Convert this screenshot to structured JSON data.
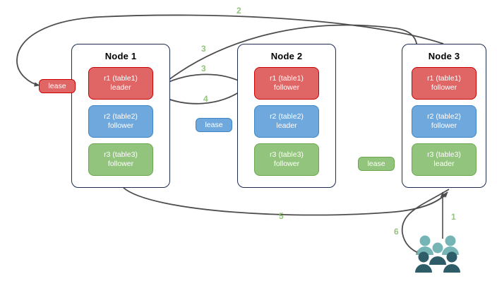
{
  "diagram": {
    "title": "Distributed lease / raft replica placement diagram",
    "colors": {
      "red_fill": "#e06666",
      "red_stroke": "#cc0000",
      "blue_fill": "#6fa8dc",
      "blue_stroke": "#3d85c6",
      "green_fill": "#93c47d",
      "green_stroke": "#6aa84f",
      "node_border": "#1d2b53",
      "edge": "#4d4d4d",
      "label": "#93c47d",
      "user_light": "#76b5b5",
      "user_dark": "#2f5d67"
    },
    "nodes": [
      {
        "name": "node-1",
        "title": "Node 1",
        "replicas": [
          {
            "name": "r1-table1",
            "line1": "r1 (table1)",
            "line2": "leader",
            "color": "red"
          },
          {
            "name": "r2-table2",
            "line1": "r2 (table2)",
            "line2": "follower",
            "color": "blue"
          },
          {
            "name": "r3-table3",
            "line1": "r3 (table3)",
            "line2": "follower",
            "color": "green"
          }
        ]
      },
      {
        "name": "node-2",
        "title": "Node 2",
        "replicas": [
          {
            "name": "r1-table1",
            "line1": "r1 (table1)",
            "line2": "follower",
            "color": "red"
          },
          {
            "name": "r2-table2",
            "line1": "r2 (table2)",
            "line2": "leader",
            "color": "blue"
          },
          {
            "name": "r3-table3",
            "line1": "r3 (table3)",
            "line2": "follower",
            "color": "green"
          }
        ]
      },
      {
        "name": "node-3",
        "title": "Node 3",
        "replicas": [
          {
            "name": "r1-table1",
            "line1": "r1 (table1)",
            "line2": "follower",
            "color": "red"
          },
          {
            "name": "r2-table2",
            "line1": "r2 (table2)",
            "line2": "follower",
            "color": "blue"
          },
          {
            "name": "r3-table3",
            "line1": "r3 (table3)",
            "line2": "leader",
            "color": "green"
          }
        ]
      }
    ],
    "leases": [
      {
        "name": "lease-red",
        "label": "lease",
        "color": "red"
      },
      {
        "name": "lease-blue",
        "label": "lease",
        "color": "blue"
      },
      {
        "name": "lease-green",
        "label": "lease",
        "color": "green"
      }
    ],
    "steps": [
      {
        "name": "step-1",
        "label": "1"
      },
      {
        "name": "step-2",
        "label": "2"
      },
      {
        "name": "step-3a",
        "label": "3"
      },
      {
        "name": "step-3b",
        "label": "3"
      },
      {
        "name": "step-4",
        "label": "4"
      },
      {
        "name": "step-5",
        "label": "5"
      },
      {
        "name": "step-6",
        "label": "6"
      }
    ],
    "actors": {
      "name": "users-group",
      "icon": "users-icon",
      "count": 5
    }
  }
}
